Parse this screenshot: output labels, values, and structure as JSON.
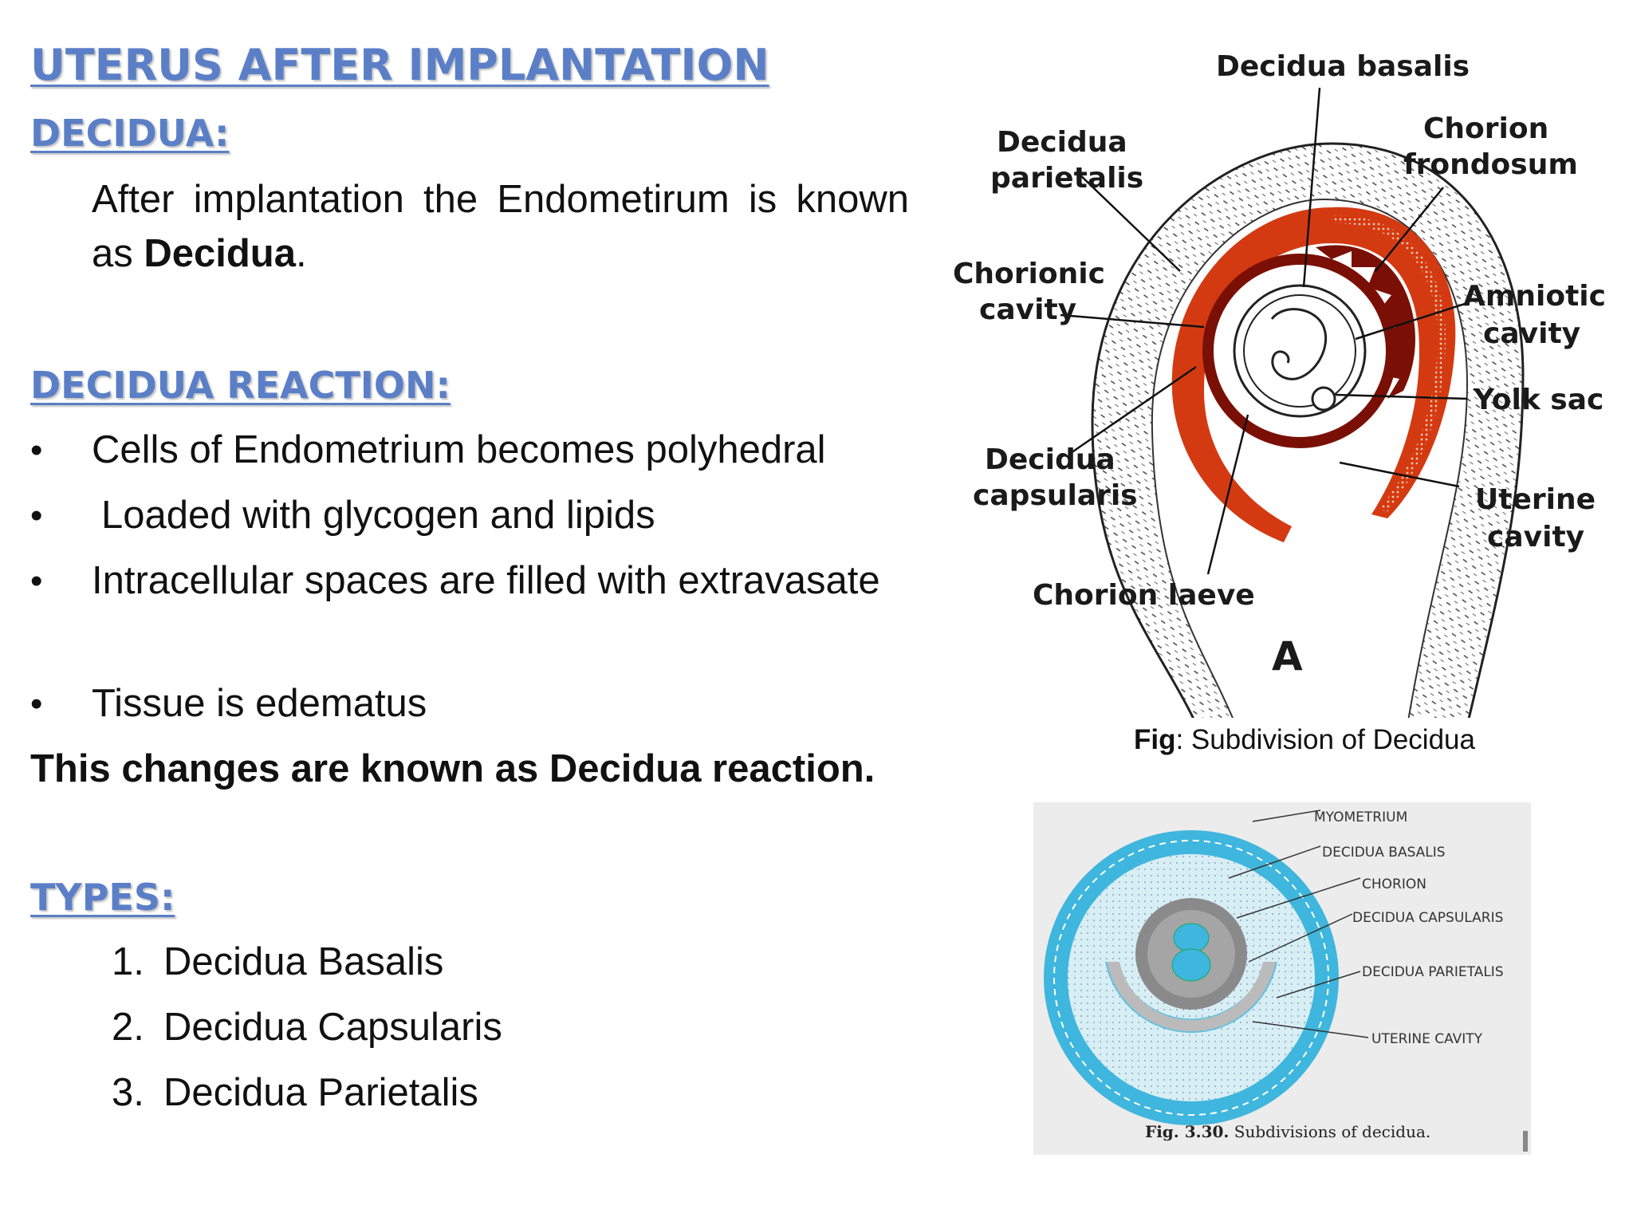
{
  "slide": {
    "title": "UTERUS AFTER IMPLANTATION",
    "decidua_heading": "DECIDUA:",
    "decidua_text_before": "After implantation the Endometirum is known as ",
    "decidua_text_bold": "Decidua",
    "decidua_text_after": ".",
    "reaction_heading": "DECIDUA REACTION:",
    "bullet_symbol": "•",
    "bullets": [
      "Cells of Endometrium becomes polyhedral",
      "Loaded with glycogen and lipids",
      "Intracellular spaces are filled with extravasate",
      "Tissue is edematus"
    ],
    "reaction_conclusion": "This changes are known as Decidua reaction.",
    "types_heading": "TYPES:",
    "types": [
      {
        "num": "1.",
        "label": "Decidua Basalis"
      },
      {
        "num": "2.",
        "label": "Decidua Capsularis"
      },
      {
        "num": "3.",
        "label": "Decidua Parietalis"
      }
    ]
  },
  "figure_a": {
    "labels": {
      "decidua_basalis": "Decidua basalis",
      "decidua_parietalis_1": "Decidua",
      "decidua_parietalis_2": "parietalis",
      "chorion_frondosum_1": "Chorion",
      "chorion_frondosum_2": "frondosum",
      "chorionic_cavity_1": "Chorionic",
      "chorionic_cavity_2": "cavity",
      "amniotic_cavity_1": "Amniotic",
      "amniotic_cavity_2": "cavity",
      "yolk_sac": "Yolk sac",
      "decidua_capsularis_1": "Decidua",
      "decidua_capsularis_2": "capsularis",
      "uterine_cavity_1": "Uterine",
      "uterine_cavity_2": "cavity",
      "chorion_laeve": "Chorion laeve",
      "panel_letter": "A"
    },
    "caption_bold": "Fig",
    "caption_rest": ": Subdivision of Decidua",
    "colors": {
      "decidua_red": "#d43a12",
      "dark_red": "#7a1005"
    }
  },
  "figure_b": {
    "labels": {
      "myometrium": "MYOMETRIUM",
      "decidua_basalis": "DECIDUA BASALIS",
      "chorion": "CHORION",
      "decidua_capsularis": "DECIDUA CAPSULARIS",
      "decidua_parietalis": "DECIDUA PARIETALIS",
      "uterine_cavity": "UTERINE CAVITY"
    },
    "caption_bold": "Fig. 3.30.",
    "caption_rest": " Subdivisions of decidua.",
    "colors": {
      "blue": "#3fb6dd",
      "grey": "#9a9a9a",
      "background": "#ececec"
    }
  }
}
